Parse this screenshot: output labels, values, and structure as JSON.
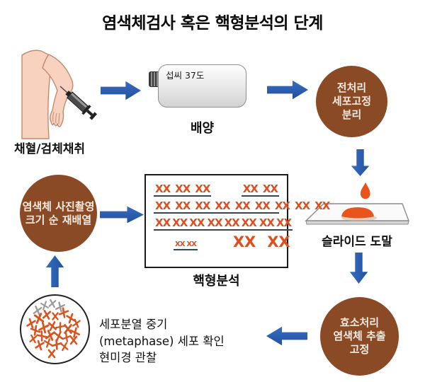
{
  "title": "염색체검사 혹은 핵형분석의 단계",
  "colors": {
    "circle_brown": "#8B4A26",
    "arrow_blue": "#2B5CAD",
    "chromosome_orange": "#DD4F1E",
    "droplet_orange": "#E8541C",
    "skin": "#F8D2BF"
  },
  "steps": {
    "sample": {
      "label": "채혈/검체채취"
    },
    "culture": {
      "label": "배양",
      "flask_note": "섭씨 37도"
    },
    "pretreat": {
      "line1": "전처리",
      "line2": "세포고정",
      "line3": "분리"
    },
    "smear": {
      "label": "슬라이드 도말"
    },
    "enzyme": {
      "line1": "효소처리",
      "line2": "염색체 추출",
      "line3": "고정"
    },
    "microscope": {
      "line1": "세포분열 중기",
      "line2": "(metaphase) 세포 확인",
      "line3": "현미경 관찰"
    },
    "photo": {
      "line1": "염색체 사진촬영",
      "line2": "크기 순 재배열"
    },
    "karyotype": {
      "label": "핵형분석",
      "pair_symbol": "XX"
    }
  },
  "karyotype_rows": [
    {
      "justify": "space-between",
      "groups": [
        {
          "count": 3,
          "underline": true,
          "size": "md",
          "gap": "md"
        },
        {
          "count": 2,
          "underline": true,
          "size": "md",
          "gap": "md"
        }
      ]
    },
    {
      "justify": "flex-start",
      "groups": [
        {
          "count": 9,
          "underline": true,
          "size": "md",
          "gap": "md",
          "stretch": true
        }
      ]
    },
    {
      "justify": "space-between",
      "groups": [
        {
          "count": 3,
          "underline": true,
          "size": "md",
          "gap": "sm"
        },
        {
          "count": 3,
          "underline": true,
          "size": "md",
          "gap": "sm"
        },
        {
          "count": 2,
          "underline": true,
          "size": "md",
          "gap": "sm"
        }
      ]
    },
    {
      "justify": "flex-start",
      "groups": [
        {
          "count": 2,
          "underline": true,
          "size": "sm",
          "gap": "sm",
          "indent": 28
        },
        {
          "count": 2,
          "underline": false,
          "size": "lg",
          "gap": "lg",
          "indent": 48
        }
      ]
    }
  ]
}
